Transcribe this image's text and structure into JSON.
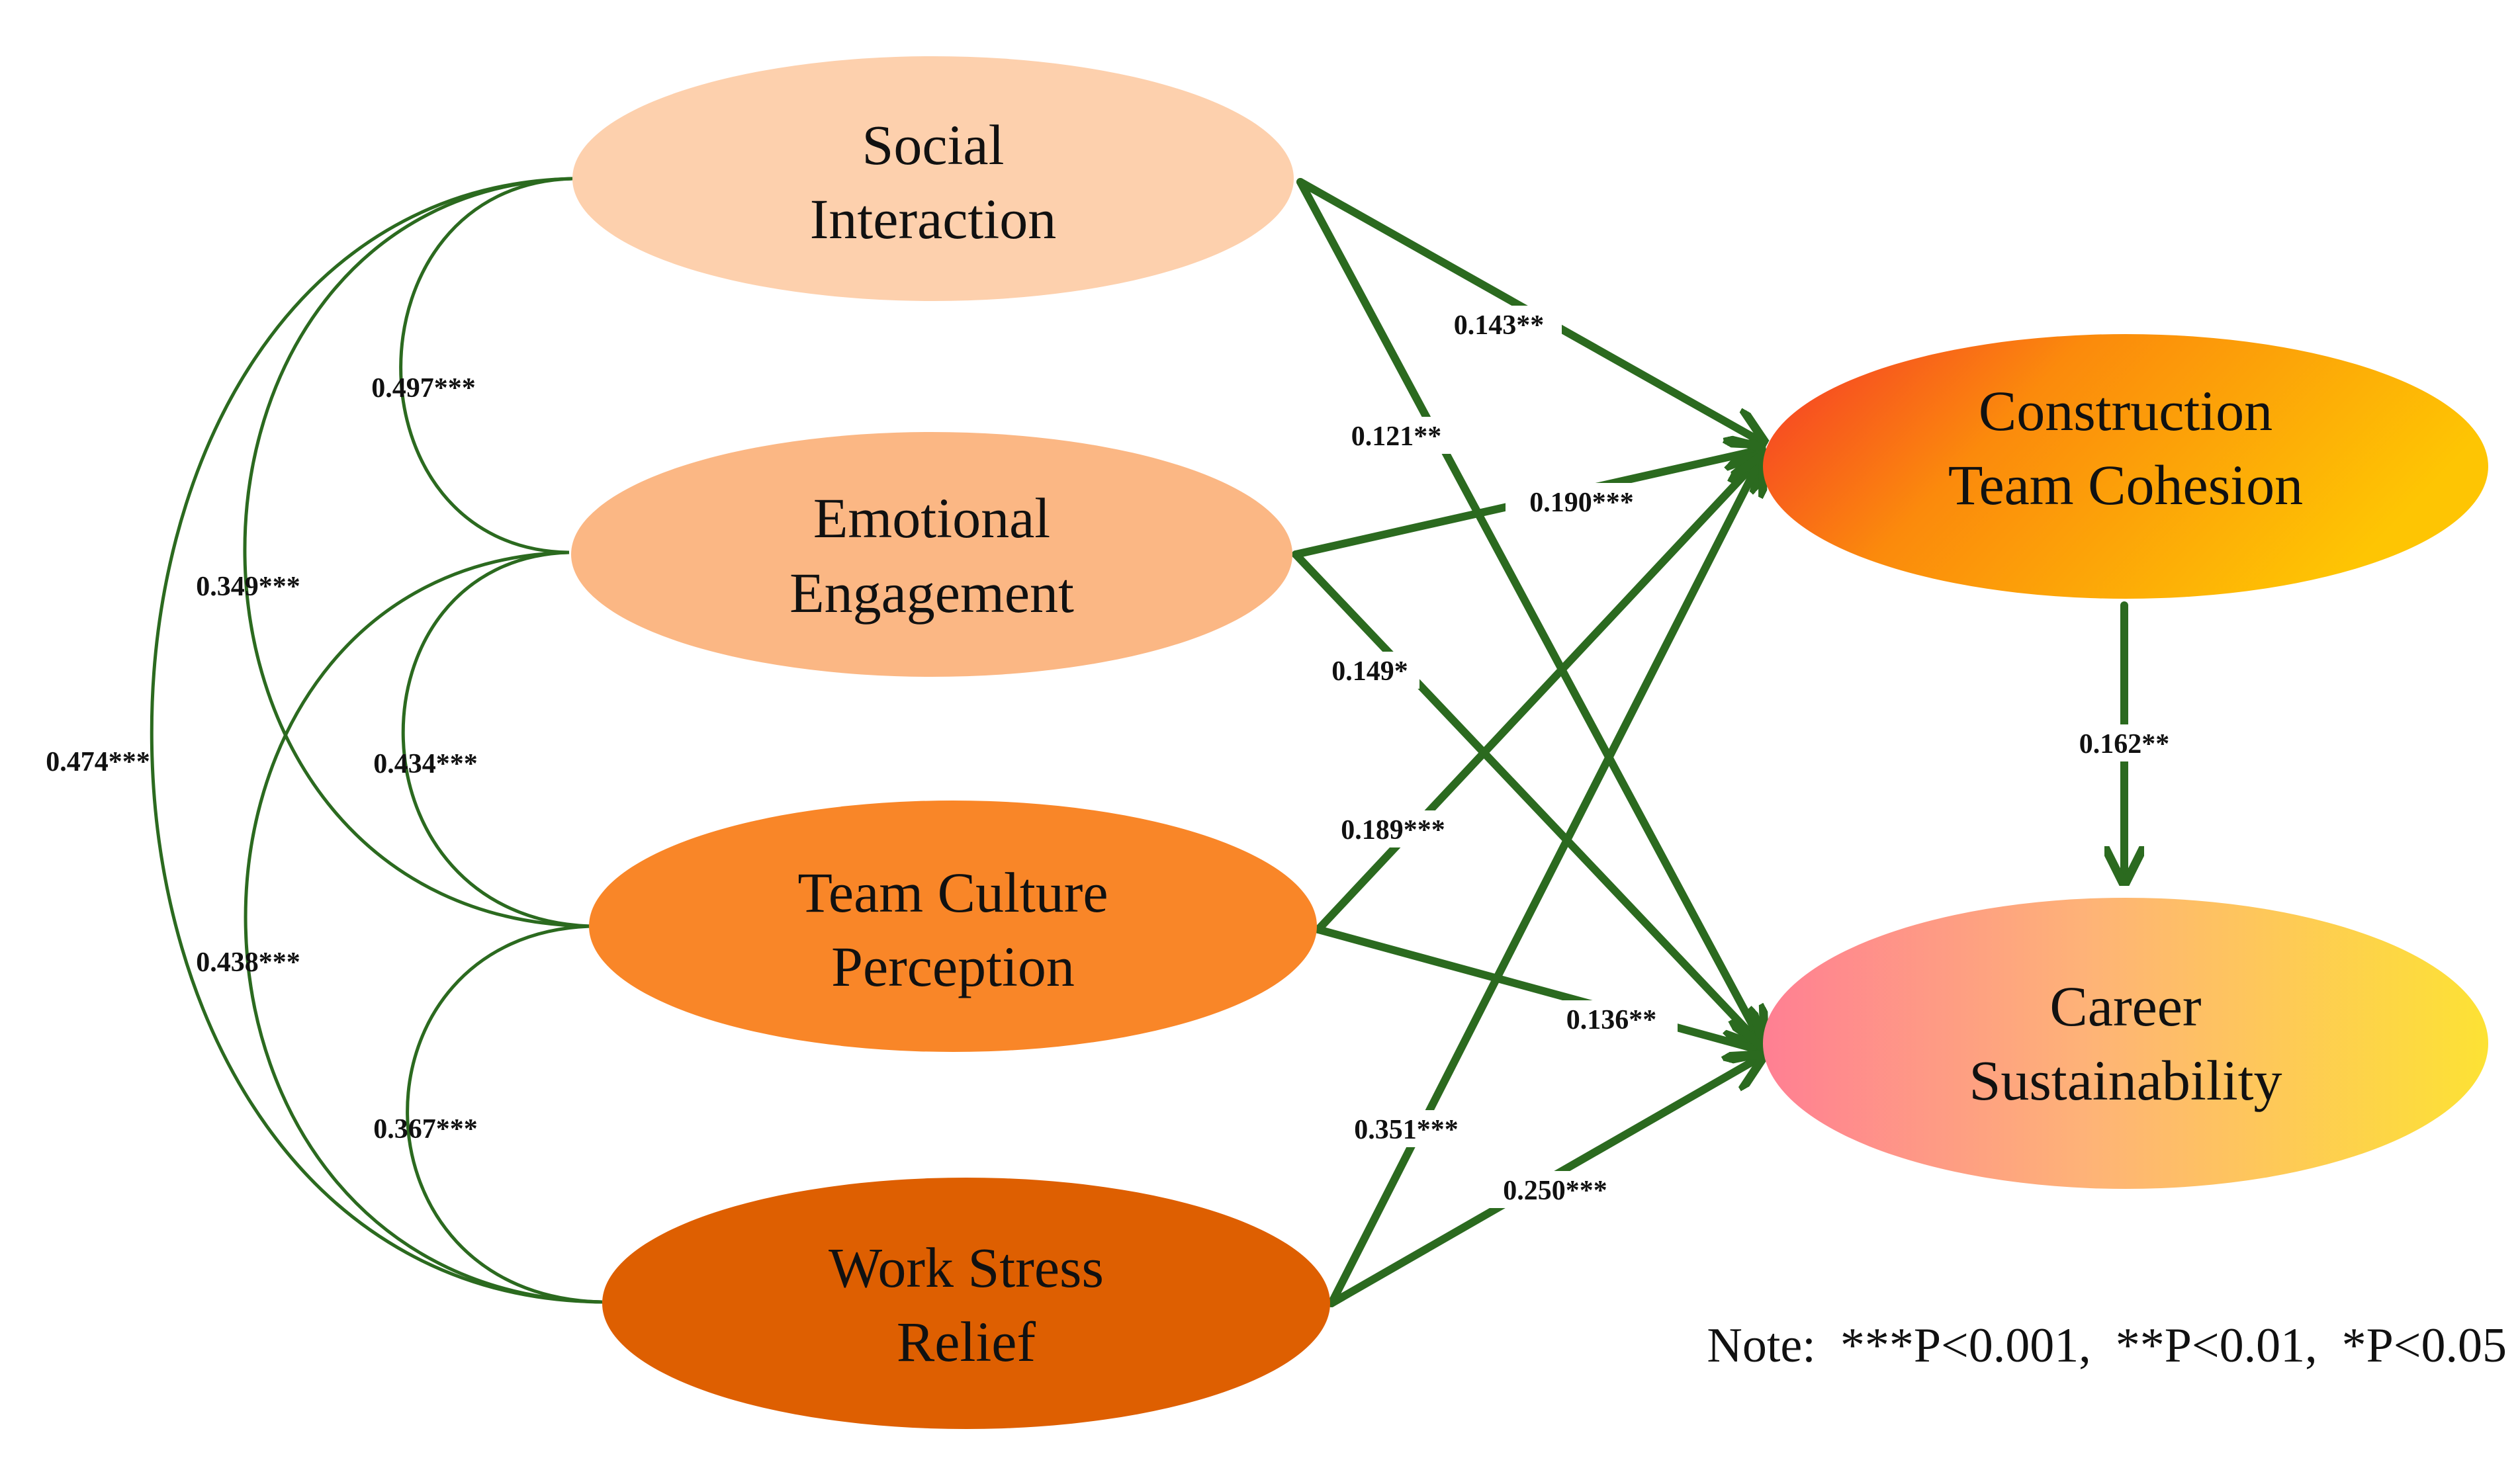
{
  "diagram": {
    "nodes": {
      "social_interaction": {
        "line1": "Social",
        "line2": "Interaction",
        "fill": "#fdd0ad"
      },
      "emotional_engagement": {
        "line1": "Emotional",
        "line2": "Engagement",
        "fill": "#fbb784"
      },
      "team_culture_perception": {
        "line1": "Team Culture",
        "line2": "Perception",
        "fill": "#f98628"
      },
      "work_stress_relief": {
        "line1": "Work Stress",
        "line2": "Relief",
        "fill": "#de5f01"
      },
      "construction_team_cohesion": {
        "line1": "Construction",
        "line2": "Team Cohesion",
        "gradient": [
          "#f5352a",
          "#fb8a0c",
          "#fec503"
        ]
      },
      "career_sustainability": {
        "line1": "Career",
        "line2": "Sustainability",
        "gradient": [
          "#ff7f93",
          "#feb377",
          "#fde234"
        ]
      }
    },
    "correlations": {
      "si_ee": "0.497***",
      "si_tcp": "0.349***",
      "si_wsr": "0.474***",
      "ee_tcp": "0.434***",
      "ee_wsr": "0.438***",
      "tcp_wsr": "0.367***"
    },
    "paths": {
      "si_ctc": "0.143**",
      "si_cs": "0.121**",
      "ee_ctc": "0.190***",
      "ee_cs": "0.149*",
      "tcp_ctc": "0.189***",
      "tcp_cs": "0.136**",
      "wsr_ctc": "0.351***",
      "wsr_cs": "0.250***",
      "ctc_cs": "0.162**"
    },
    "note": "Note:  ***P<0.001,  **P<0.01,  *P<0.05",
    "line_color": "#2b6a1f"
  }
}
